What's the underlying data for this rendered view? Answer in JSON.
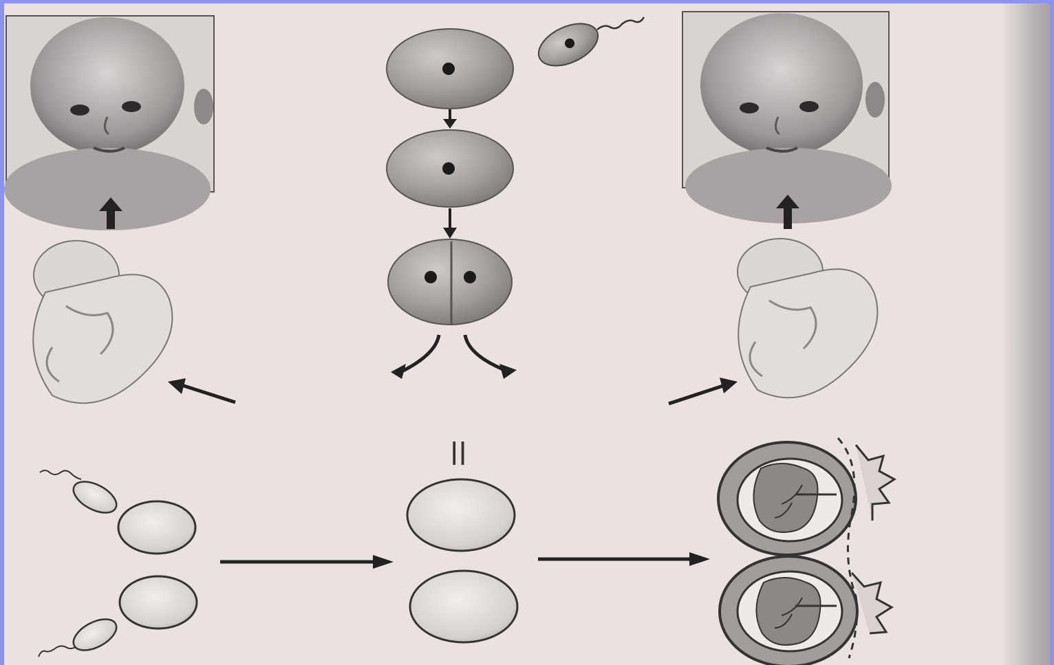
{
  "diagram": {
    "equality_mark": "||"
  },
  "colors": {
    "page_background": "#e9e2e0",
    "cell_fill": "#9a9494",
    "nucleus": "#1b1b1b",
    "arrow": "#2a2a2a",
    "frame": "#555555"
  },
  "icons": [
    "baby-photo",
    "fetus",
    "sperm-icon",
    "egg-cell",
    "zygote",
    "two-cell-embryo",
    "blastocyst",
    "arrow"
  ]
}
